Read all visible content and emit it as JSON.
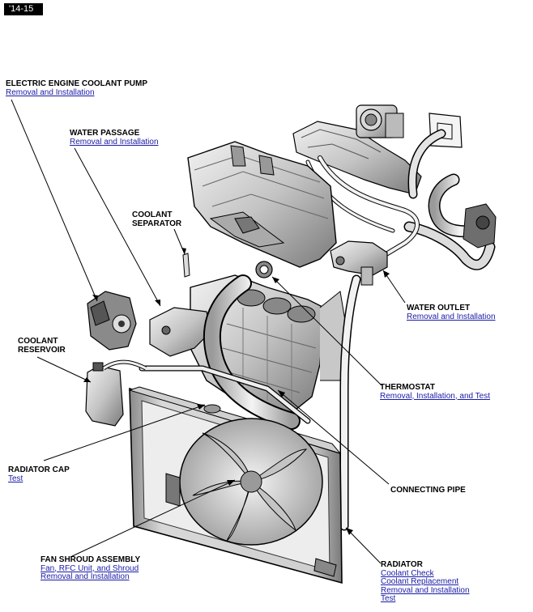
{
  "badge": "'14-15",
  "callouts": [
    {
      "id": "pump",
      "title": "ELECTRIC ENGINE COOLANT PUMP",
      "links": [
        "Removal and Installation"
      ]
    },
    {
      "id": "water_passage",
      "title": "WATER PASSAGE",
      "links": [
        "Removal and Installation"
      ]
    },
    {
      "id": "separator",
      "title_lines": [
        "COOLANT",
        "SEPARATOR"
      ],
      "links": []
    },
    {
      "id": "reservoir",
      "title_lines": [
        "COOLANT",
        "RESERVOIR"
      ],
      "links": []
    },
    {
      "id": "water_outlet",
      "title": "WATER OUTLET",
      "links": [
        "Removal and Installation"
      ]
    },
    {
      "id": "thermostat",
      "title": "THERMOSTAT",
      "links": [
        "Removal, Installation, and Test"
      ]
    },
    {
      "id": "radiator_cap",
      "title": "RADIATOR CAP",
      "links": [
        "Test"
      ]
    },
    {
      "id": "connecting_pipe",
      "title": "CONNECTING PIPE",
      "links": []
    },
    {
      "id": "fan_shroud",
      "title": "FAN SHROUD ASSEMBLY",
      "links": [
        "Fan, RFC Unit, and Shroud",
        "Removal and Installation"
      ]
    },
    {
      "id": "radiator",
      "title": "RADIATOR",
      "links": [
        "Coolant Check",
        "Coolant Replacement",
        "Removal and Installation",
        "Test"
      ]
    }
  ],
  "colors": {
    "link": "#1a1aa6",
    "outline": "#000000",
    "metal_light": "#e4e4e4",
    "metal_mid": "#b8b8b8",
    "metal_dark": "#6e6e6e"
  }
}
